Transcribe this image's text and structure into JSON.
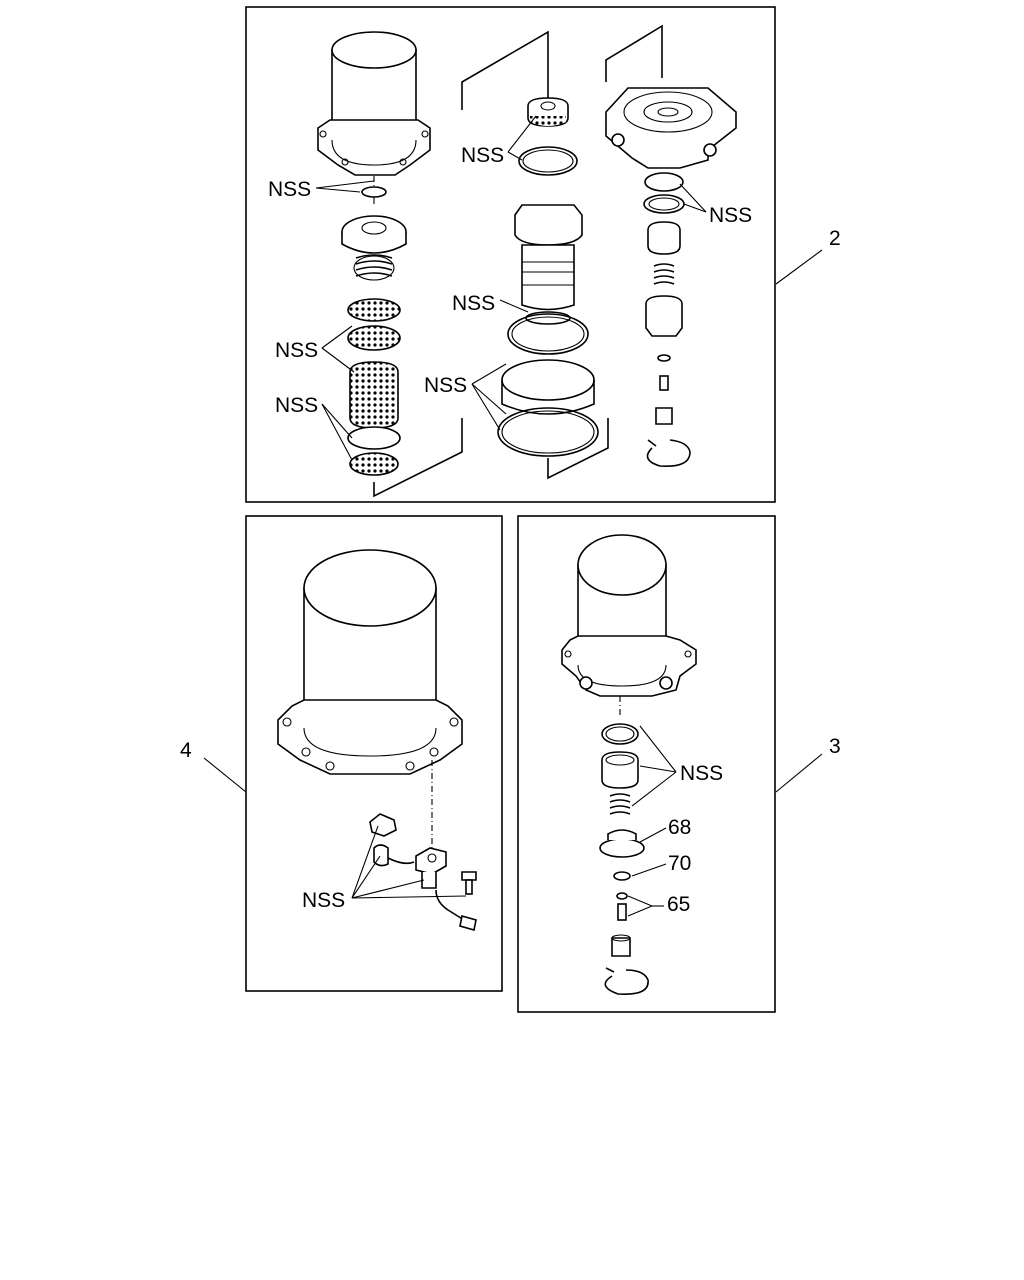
{
  "callouts": {
    "nss": "NSS",
    "view_top": "2",
    "view_left": "4",
    "view_right": "3",
    "part_68": "68",
    "part_70": "70",
    "part_65": "65"
  }
}
